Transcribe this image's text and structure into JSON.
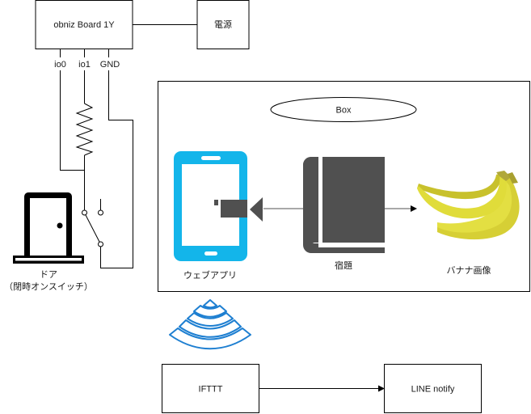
{
  "diagram": {
    "nodes": {
      "obniz": {
        "label": "obniz Board 1Y"
      },
      "power": {
        "label": "電源"
      },
      "container": {
        "label": "Box"
      },
      "web_app": {
        "label": "ウェブアプリ",
        "icon": "smartphone-icon"
      },
      "homework": {
        "label": "宿題",
        "icon": "book-icon"
      },
      "banana": {
        "label": "バナナ画像",
        "icon": "banana-icon"
      },
      "door": {
        "label_line1": "ドア",
        "label_line2": "（閉時オンスイッチ）",
        "icon": "door-icon"
      },
      "wireless": {
        "icon": "wifi-signal-icon"
      },
      "ifttt": {
        "label": "IFTTT"
      },
      "line_notify": {
        "label": "LINE notify"
      }
    },
    "pins": {
      "io0": "io0",
      "io1": "io1",
      "gnd": "GND"
    },
    "components": {
      "resistor": "resistor-icon",
      "switch": "switch-icon",
      "camera": "camera-icon"
    },
    "edges": [
      {
        "from": "obniz",
        "to": "power",
        "arrow": false
      },
      {
        "from": "homework",
        "to": "web_app",
        "arrow": true,
        "via": "camera"
      },
      {
        "from": "homework",
        "to": "banana",
        "arrow": true
      },
      {
        "from": "ifttt",
        "to": "line_notify",
        "arrow": true
      },
      {
        "from": "obniz.io1",
        "to": "switch",
        "via": "resistor"
      },
      {
        "from": "obniz.io0",
        "to": "switch"
      },
      {
        "from": "obniz.GND",
        "to": "switch"
      }
    ],
    "colors": {
      "line": "#000000",
      "phone": "#13b5ea",
      "icon_dark": "#505050",
      "banana_main": "#e0dc3a",
      "banana_shade": "#c9c32e",
      "banana_stem": "#b0a83a",
      "wifi": "#1e7fd1"
    }
  }
}
